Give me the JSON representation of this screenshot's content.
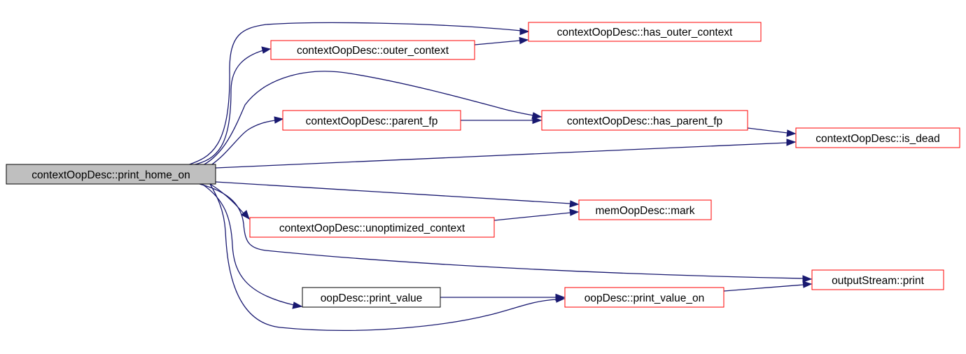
{
  "colors": {
    "edge": "#191970",
    "root_fill": "#bfbfbf",
    "root_border": "#000000",
    "linked_border": "#ff0000",
    "plain_border": "#000000",
    "node_fill": "#ffffff"
  },
  "nodes": [
    {
      "id": "print_home_on",
      "label": "contextOopDesc::print_home_on",
      "style": "root"
    },
    {
      "id": "outer_context",
      "label": "contextOopDesc::outer_context",
      "style": "linked"
    },
    {
      "id": "has_outer_context",
      "label": "contextOopDesc::has_outer_context",
      "style": "linked"
    },
    {
      "id": "parent_fp",
      "label": "contextOopDesc::parent_fp",
      "style": "linked"
    },
    {
      "id": "has_parent_fp",
      "label": "contextOopDesc::has_parent_fp",
      "style": "linked"
    },
    {
      "id": "is_dead",
      "label": "contextOopDesc::is_dead",
      "style": "linked"
    },
    {
      "id": "mark",
      "label": "memOopDesc::mark",
      "style": "linked"
    },
    {
      "id": "unoptimized_context",
      "label": "contextOopDesc::unoptimized_context",
      "style": "linked"
    },
    {
      "id": "output_print",
      "label": "outputStream::print",
      "style": "linked"
    },
    {
      "id": "print_value",
      "label": "oopDesc::print_value",
      "style": "plain"
    },
    {
      "id": "print_value_on",
      "label": "oopDesc::print_value_on",
      "style": "linked"
    }
  ],
  "edges": [
    {
      "from": "print_home_on",
      "to": "has_outer_context"
    },
    {
      "from": "print_home_on",
      "to": "outer_context"
    },
    {
      "from": "outer_context",
      "to": "has_outer_context"
    },
    {
      "from": "print_home_on",
      "to": "has_parent_fp"
    },
    {
      "from": "print_home_on",
      "to": "parent_fp"
    },
    {
      "from": "parent_fp",
      "to": "has_parent_fp"
    },
    {
      "from": "has_parent_fp",
      "to": "is_dead"
    },
    {
      "from": "print_home_on",
      "to": "is_dead"
    },
    {
      "from": "print_home_on",
      "to": "mark"
    },
    {
      "from": "print_home_on",
      "to": "unoptimized_context"
    },
    {
      "from": "unoptimized_context",
      "to": "mark"
    },
    {
      "from": "print_home_on",
      "to": "output_print"
    },
    {
      "from": "print_home_on",
      "to": "print_value"
    },
    {
      "from": "print_home_on",
      "to": "print_value_on"
    },
    {
      "from": "print_value",
      "to": "print_value_on"
    },
    {
      "from": "print_value_on",
      "to": "output_print"
    }
  ]
}
